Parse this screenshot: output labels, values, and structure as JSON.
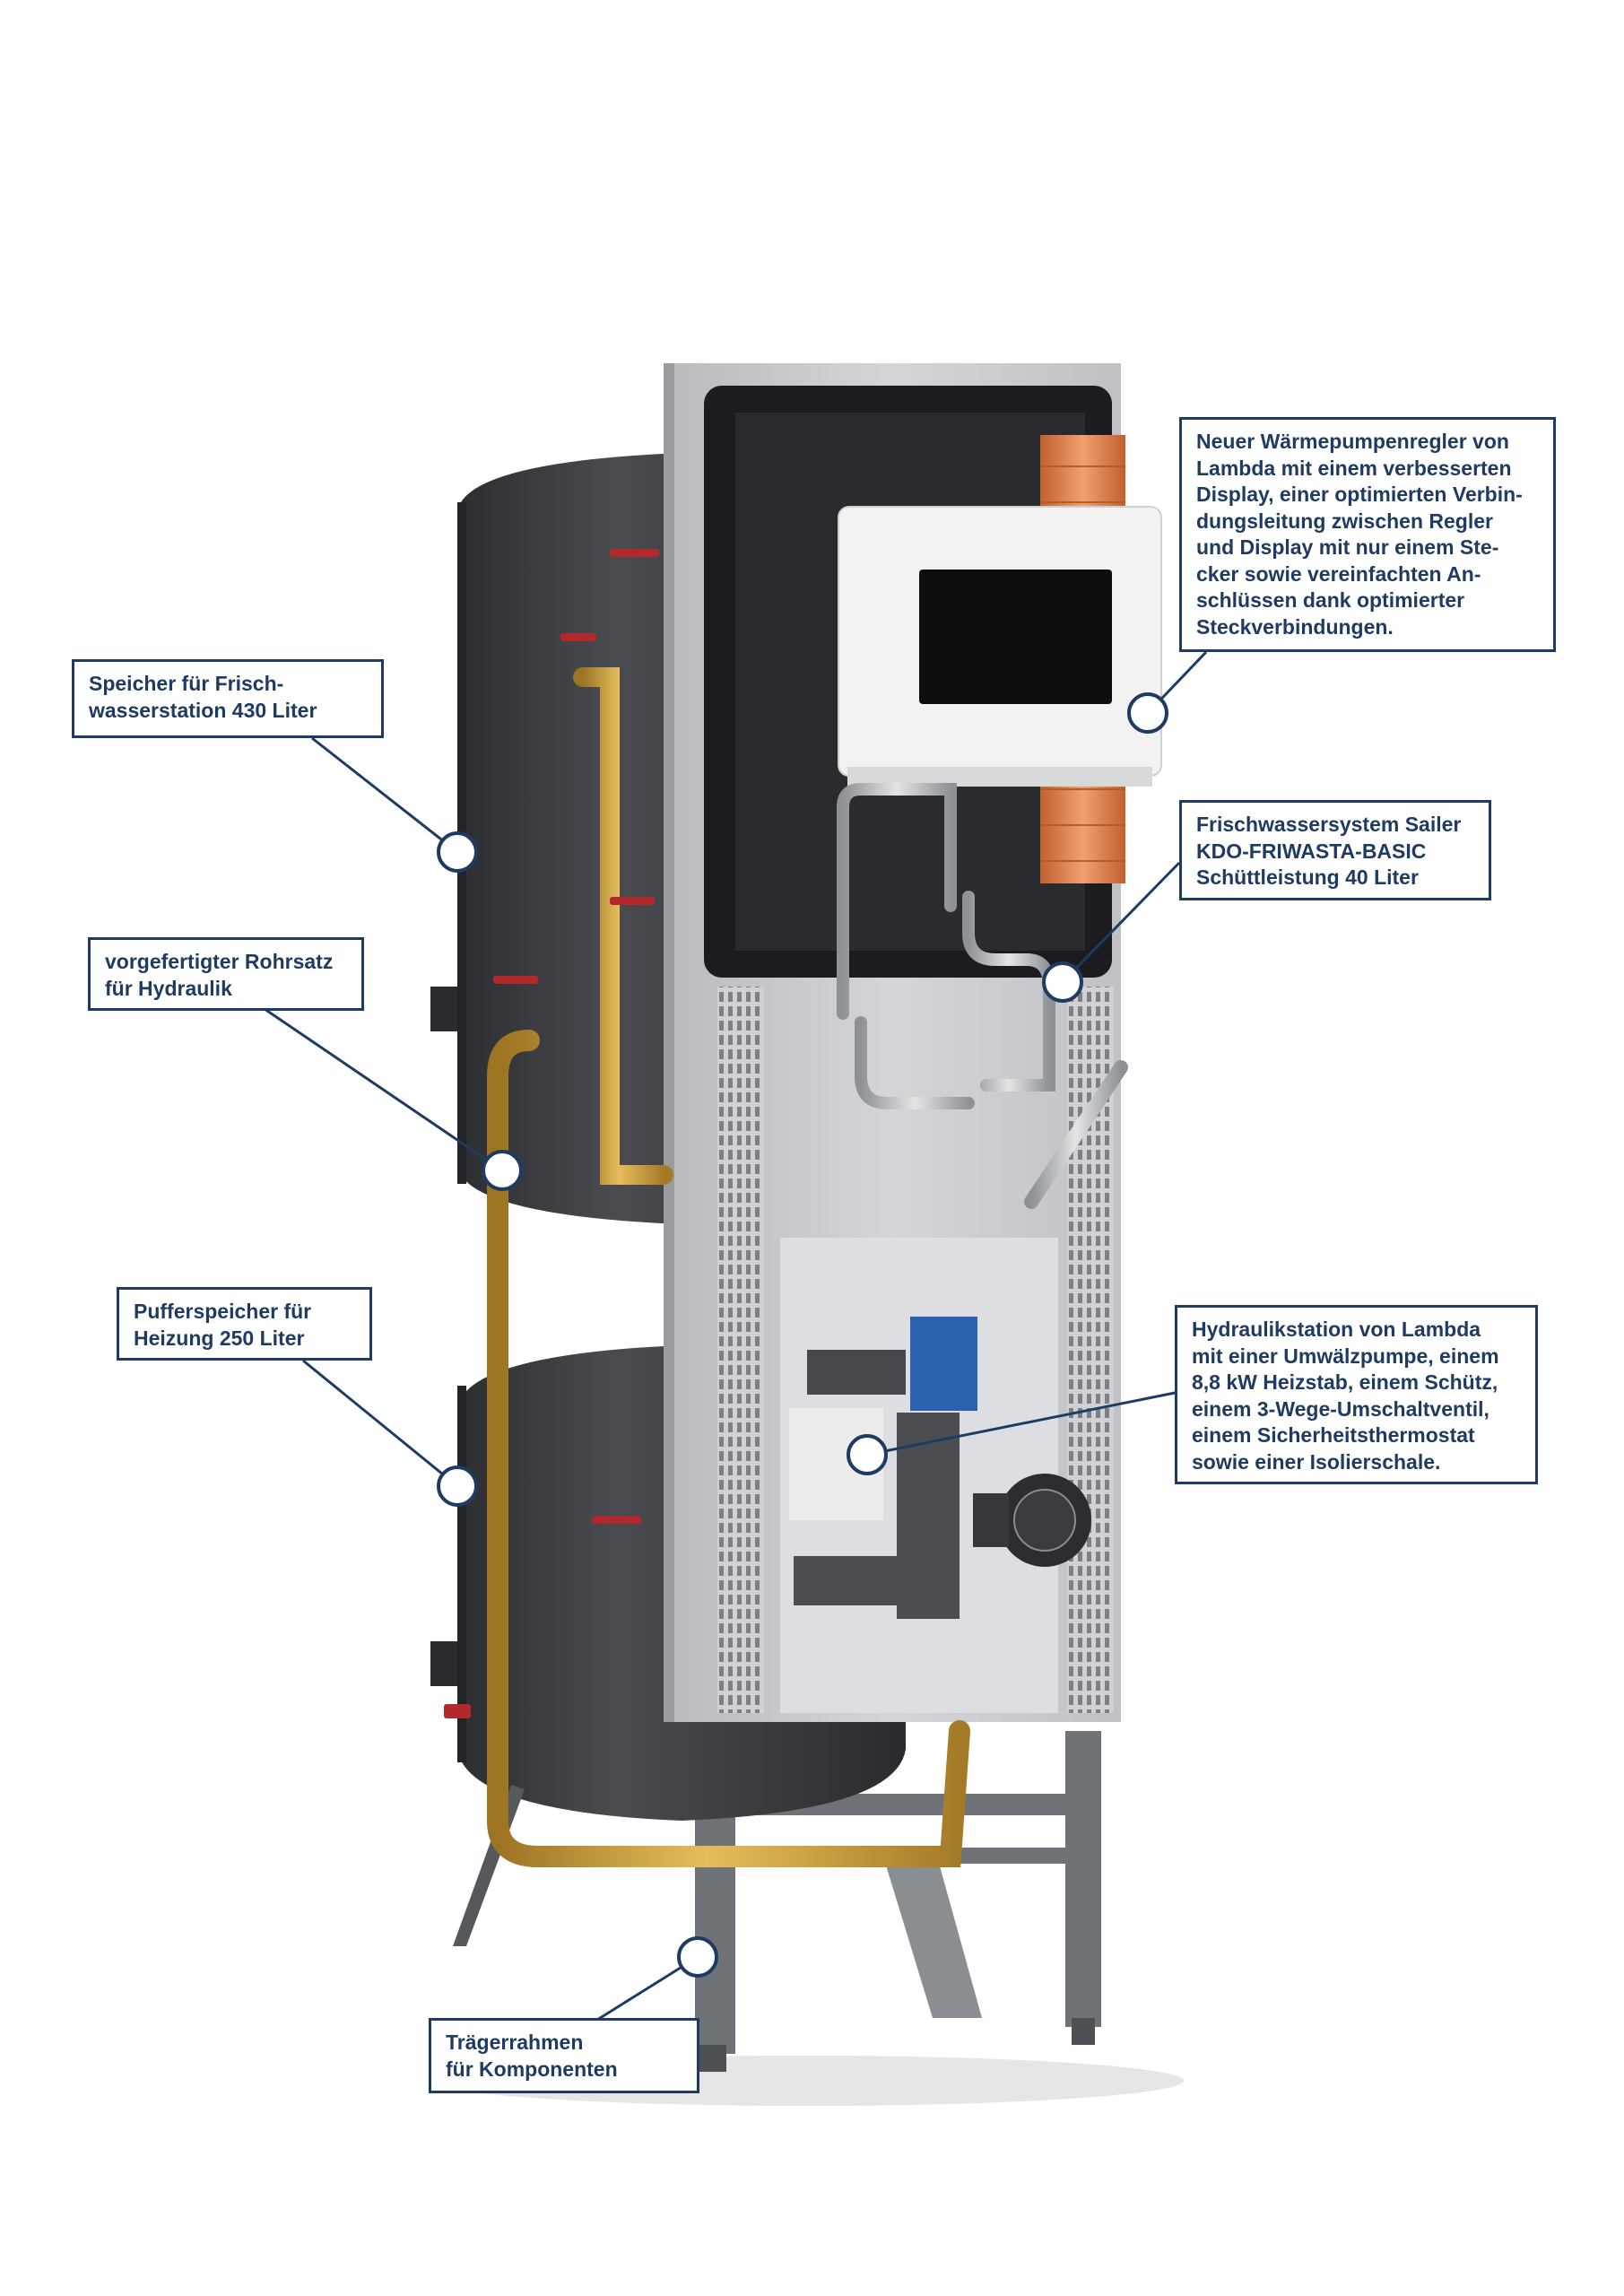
{
  "colors": {
    "accent": "#1f3b61",
    "tank": "#3b3c40",
    "panel": "#c6c8cb",
    "brass": "#c89a3a",
    "copper": "#d97b48",
    "pump_blue": "#2a62b0"
  },
  "callouts": [
    {
      "id": "controller",
      "text": "Neuer Wärmepumpenregler von\nLambda mit einem verbesserten\nDisplay, einer optimierten Verbin-\ndungsleitung zwischen Regler\nund Display mit nur einem Ste-\ncker sowie vereinfachten An-\nschlüssen dank optimierter\nSteckverbindungen."
    },
    {
      "id": "storage-fresh-water",
      "text": "Speicher für Frisch-\nwasserstation 430 Liter"
    },
    {
      "id": "fresh-water-system",
      "text": "Frischwassersystem Sailer\nKDO-FRIWASTA-BASIC\nSchüttleistung 40 Liter"
    },
    {
      "id": "pipe-set",
      "text": "vorgefertigter Rohrsatz\nfür Hydraulik"
    },
    {
      "id": "hydraulic-station",
      "text": "Hydraulikstation von Lambda\nmit einer Umwälzpumpe, einem\n8,8 kW Heizstab, einem Schütz,\neinem 3-Wege-Umschaltventil,\neinem Sicherheitsthermostat\nsowie einer Isolierschale."
    },
    {
      "id": "buffer-storage",
      "text": "Pufferspeicher für\nHeizung 250 Liter"
    },
    {
      "id": "support-frame",
      "text": "Trägerrahmen\nfür Komponenten"
    }
  ]
}
